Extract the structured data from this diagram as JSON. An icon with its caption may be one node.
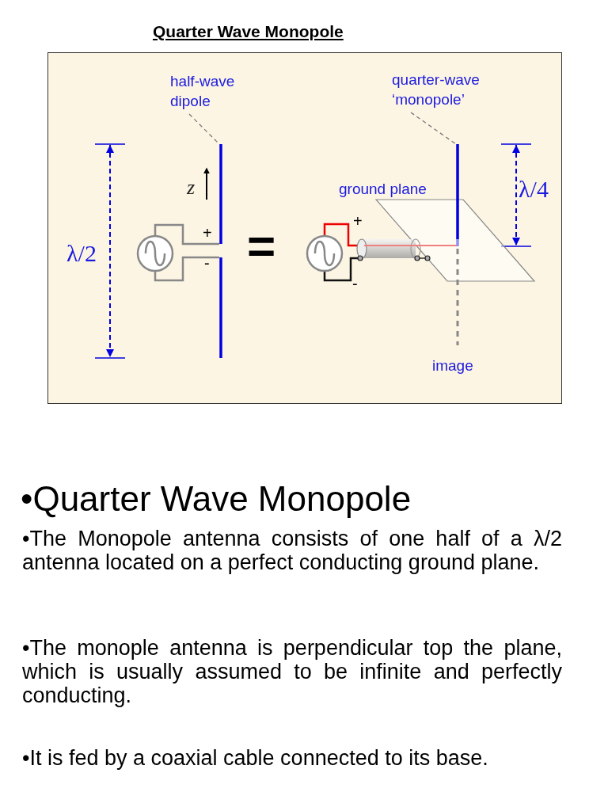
{
  "diagram": {
    "title": "Quarter Wave Monopole",
    "nodes": [
      {
        "text": [
          "half-wave dipole"
        ]
      },
      {
        "text": [],
        "shape": "bar"
      },
      {
        "text": [
          "quarter-wave ‘monopole’"
        ]
      },
      {
        "text": [],
        "shape": "bar"
      },
      {
        "text": [],
        "shape": "circle"
      },
      {
        "text": [],
        "shape": "circle"
      }
    ],
    "edges": [
      {
        "from": 0,
        "to": 1,
        "arrow": "none",
        "style": "dashed"
      },
      {
        "from": 2,
        "to": 3,
        "arrow": "none",
        "style": "dashed"
      },
      {
        "from": 4,
        "to": 1,
        "arrow": "none"
      },
      {
        "from": 4,
        "to": 1,
        "arrow": "none"
      }
    ],
    "labels": [
      "z",
      "ground plane",
      "λ/4",
      "+",
      "+",
      "λ/2",
      "=",
      "-",
      "-",
      "image",
      "•Quarter Wave Monopole",
      "•The Monopole antenna consists of one half of a λ/2 antenna located on a perfect conducting ground plane.",
      "•The monople antenna is perpendicular top the plane, which is usually assumed to be infinite and perfectly conducting.",
      "•It is fed by a coaxial cable connected to its base."
    ]
  }
}
